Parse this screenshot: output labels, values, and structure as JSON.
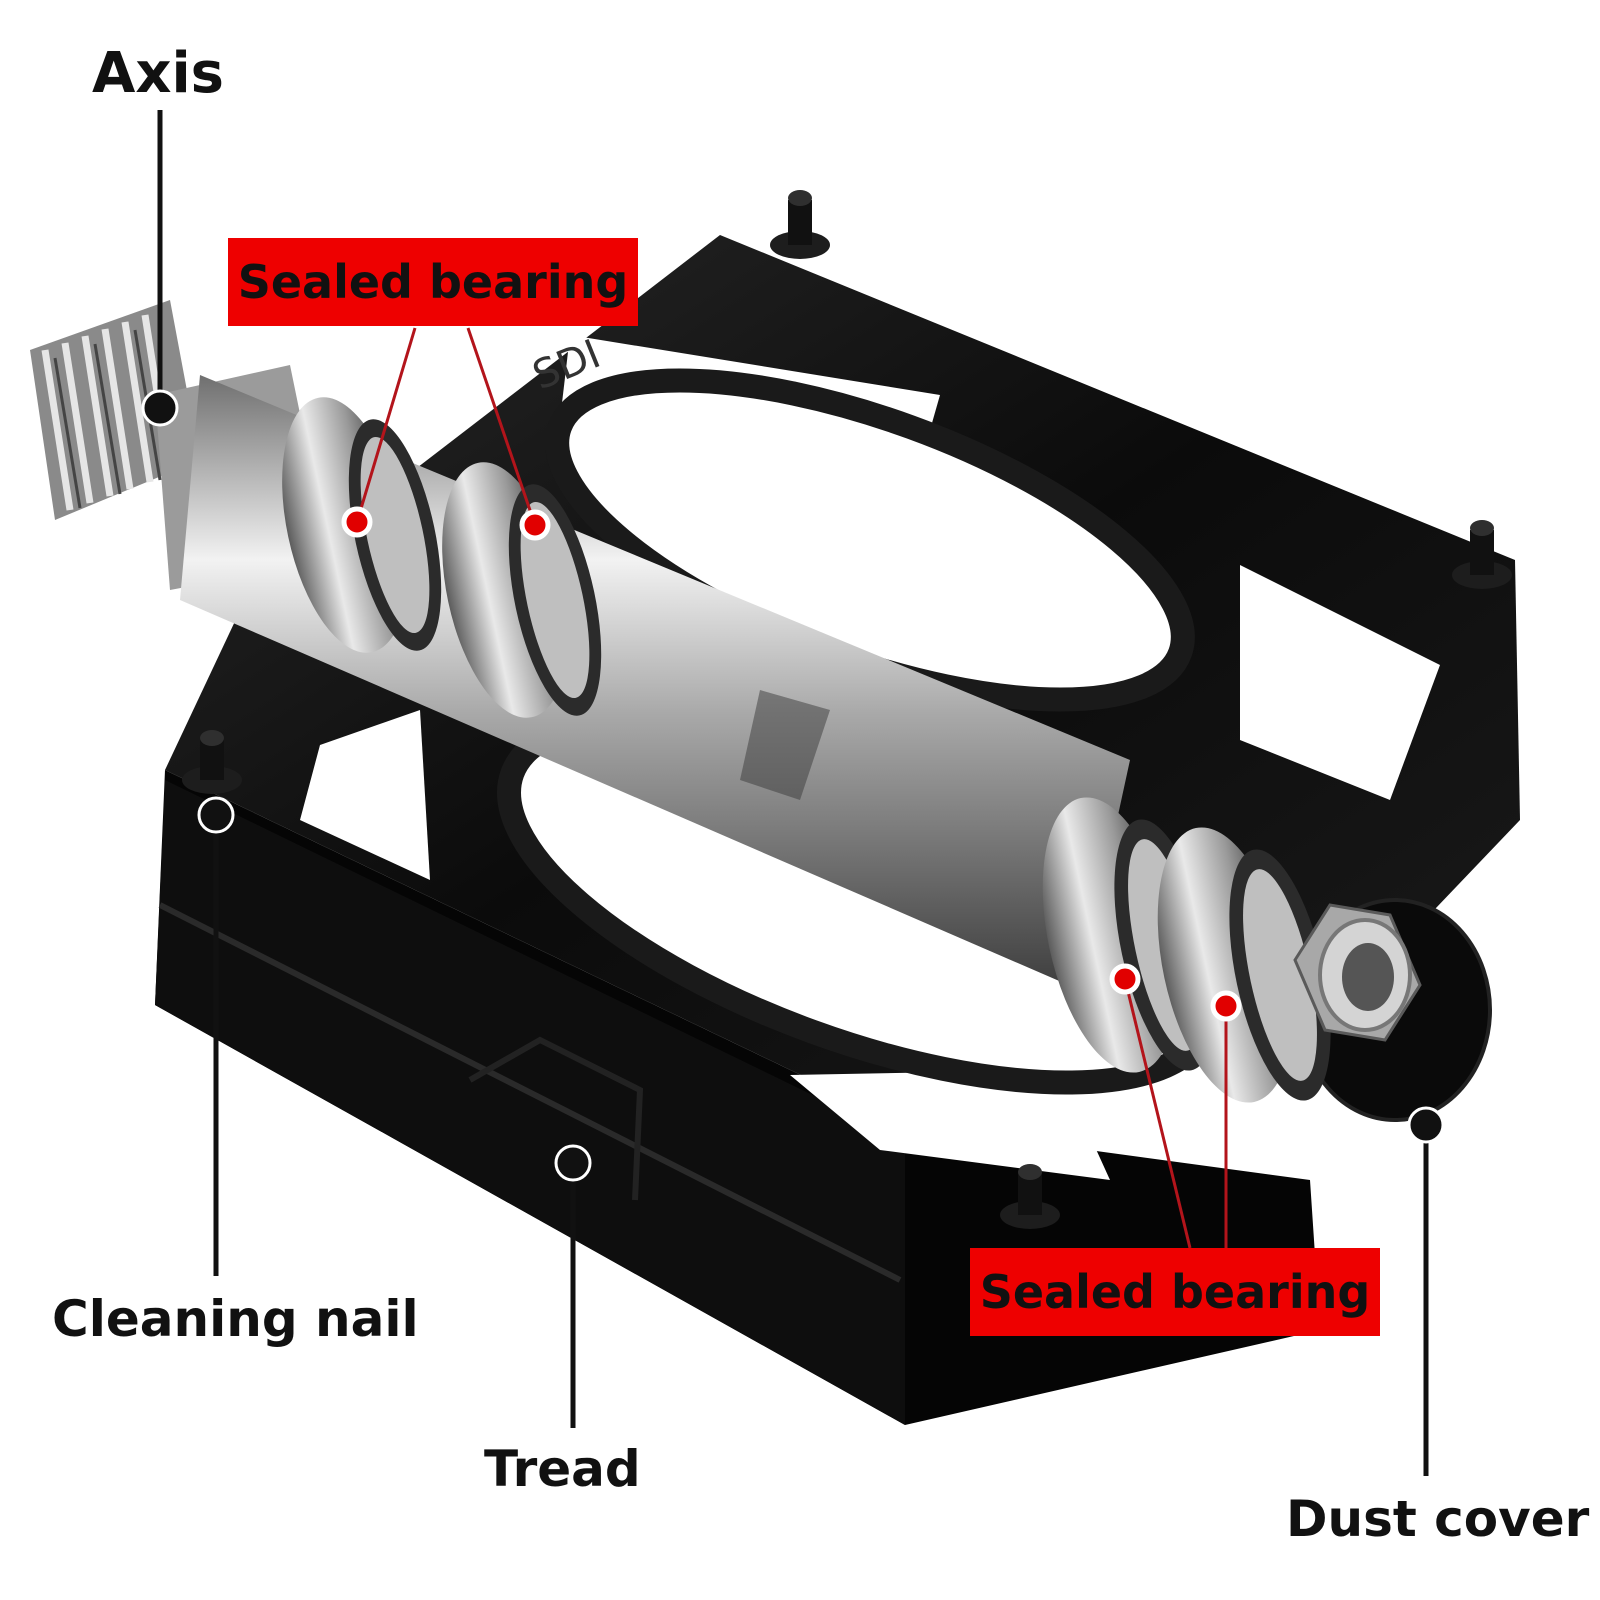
{
  "labels": {
    "axis": "Axis",
    "sealed_bearing_top": "Sealed bearing",
    "sealed_bearing_bottom": "Sealed bearing",
    "cleaning_nail": "Cleaning nail",
    "tread": "Tread",
    "dust_cover": "Dust cover"
  },
  "colors": {
    "label_box": "#ee0000",
    "leader_black": "#111111",
    "leader_red": "#b3141b",
    "pedal_body": "#0b0b0b",
    "metal": "#b9b9b9"
  }
}
